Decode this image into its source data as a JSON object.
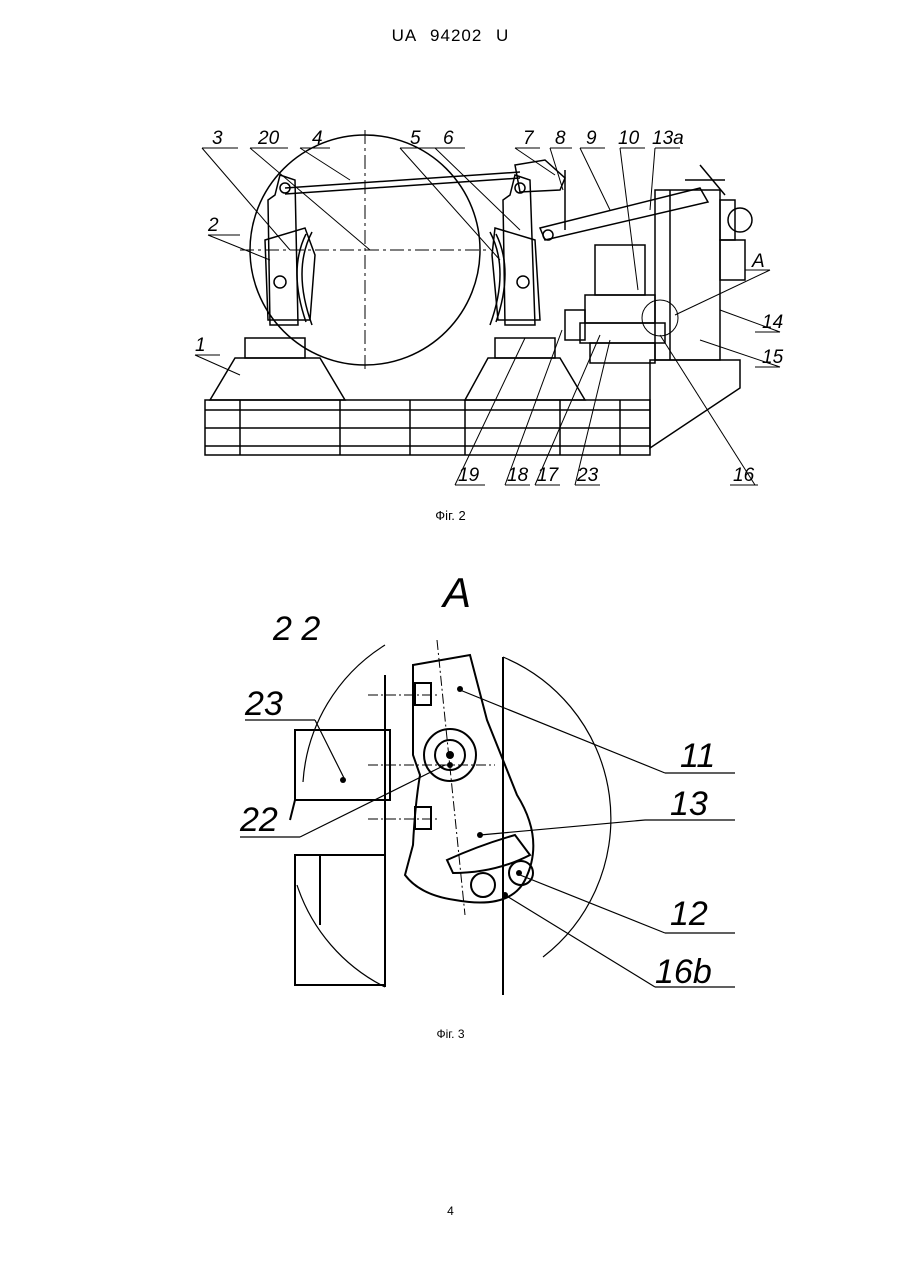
{
  "header": {
    "patent_id": "UA   94202   U"
  },
  "figure2": {
    "caption": "Фіг. 2",
    "labels": [
      "3",
      "20",
      "4",
      "5",
      "6",
      "7",
      "8",
      "9",
      "10",
      "13а",
      "2",
      "1",
      "A",
      "14",
      "15",
      "19",
      "18",
      "17",
      "23",
      "16"
    ]
  },
  "figure3": {
    "caption": "Фіг. 3",
    "view_letter": "A",
    "labels": [
      "2 2",
      "23",
      "22",
      "11",
      "13",
      "12",
      "16b"
    ]
  },
  "page_number": "4"
}
